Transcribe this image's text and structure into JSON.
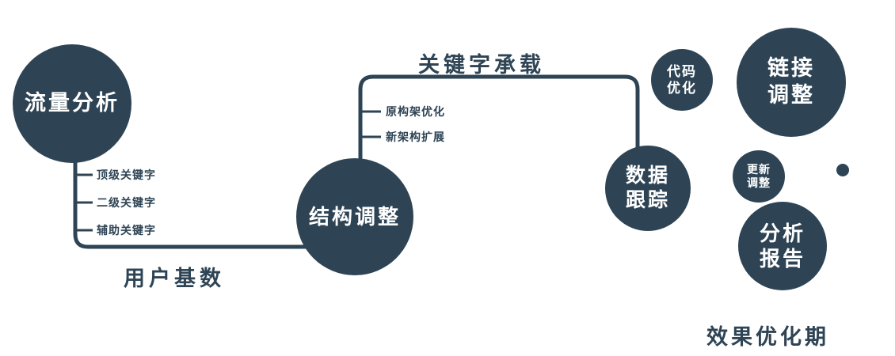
{
  "colors": {
    "primary": "#2e4455",
    "text_on_node": "#ffffff",
    "background": "#ffffff"
  },
  "nodes": {
    "traffic": {
      "label": "流量分析"
    },
    "structure": {
      "label": "结构调整"
    },
    "tracking": {
      "line1": "数据",
      "line2": "跟踪"
    },
    "code": {
      "line1": "代码",
      "line2": "优化"
    },
    "link": {
      "line1": "链接",
      "line2": "调整"
    },
    "update": {
      "line1": "更新",
      "line2": "调整"
    },
    "report": {
      "line1": "分析",
      "line2": "报告"
    }
  },
  "branches": {
    "traffic": [
      "顶级关键字",
      "二级关键字",
      "辅助关键字"
    ],
    "structure": [
      "原构架优化",
      "新架构扩展"
    ]
  },
  "edge_labels": {
    "user_base": "用户基数",
    "keyword_carry": "关键字承载"
  },
  "caption": "效果优化期"
}
